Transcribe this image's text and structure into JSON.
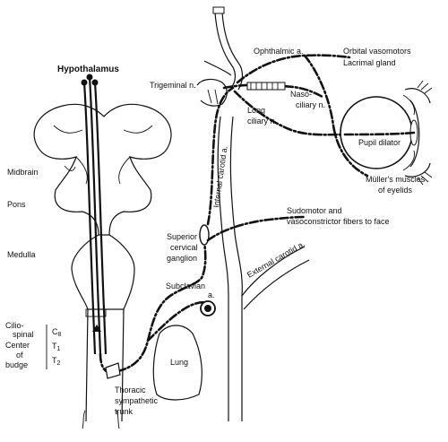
{
  "labels": {
    "hypothalamus": "Hypothalamus",
    "midbrain": "Midbrain",
    "pons": "Pons",
    "medulla": "Medulla",
    "cilio_1": "Cilio-",
    "cilio_2": "spinal",
    "center_1": "Center",
    "center_2": "of",
    "center_3": "budge",
    "c8": "C",
    "c8_sub": "8",
    "t1": "T",
    "t1_sub": "1",
    "t2": "T",
    "t2_sub": "2",
    "trigeminal": "Trigeminal n.",
    "ophthalmic": "Ophthalmic a.",
    "orbital_1": "Orbital vasomotors",
    "orbital_2": "Lacrimal gland",
    "long_ciliary_1": "Long",
    "long_ciliary_2": "ciliary n.",
    "naso_1": "Naso-",
    "naso_2": "ciliary n.",
    "pupil_dilator": "Pupil dilator",
    "muller_1": "Müller's muscles",
    "muller_2": "of eyelids",
    "internal_carotid": "Internal carotid a.",
    "sudomotor_1": "Sudomotor and",
    "sudomotor_2": "vasoconstrictor fibers to face",
    "superior_1": "Superior",
    "superior_2": "cervical",
    "superior_3": "ganglion",
    "external_carotid": "External carotid a.",
    "subclavian_1": "Subclavian",
    "subclavian_2": "a.",
    "lung": "Lung",
    "thoracic_1": "Thoracic",
    "thoracic_2": "sympathetic",
    "thoracic_3": "trunk"
  }
}
